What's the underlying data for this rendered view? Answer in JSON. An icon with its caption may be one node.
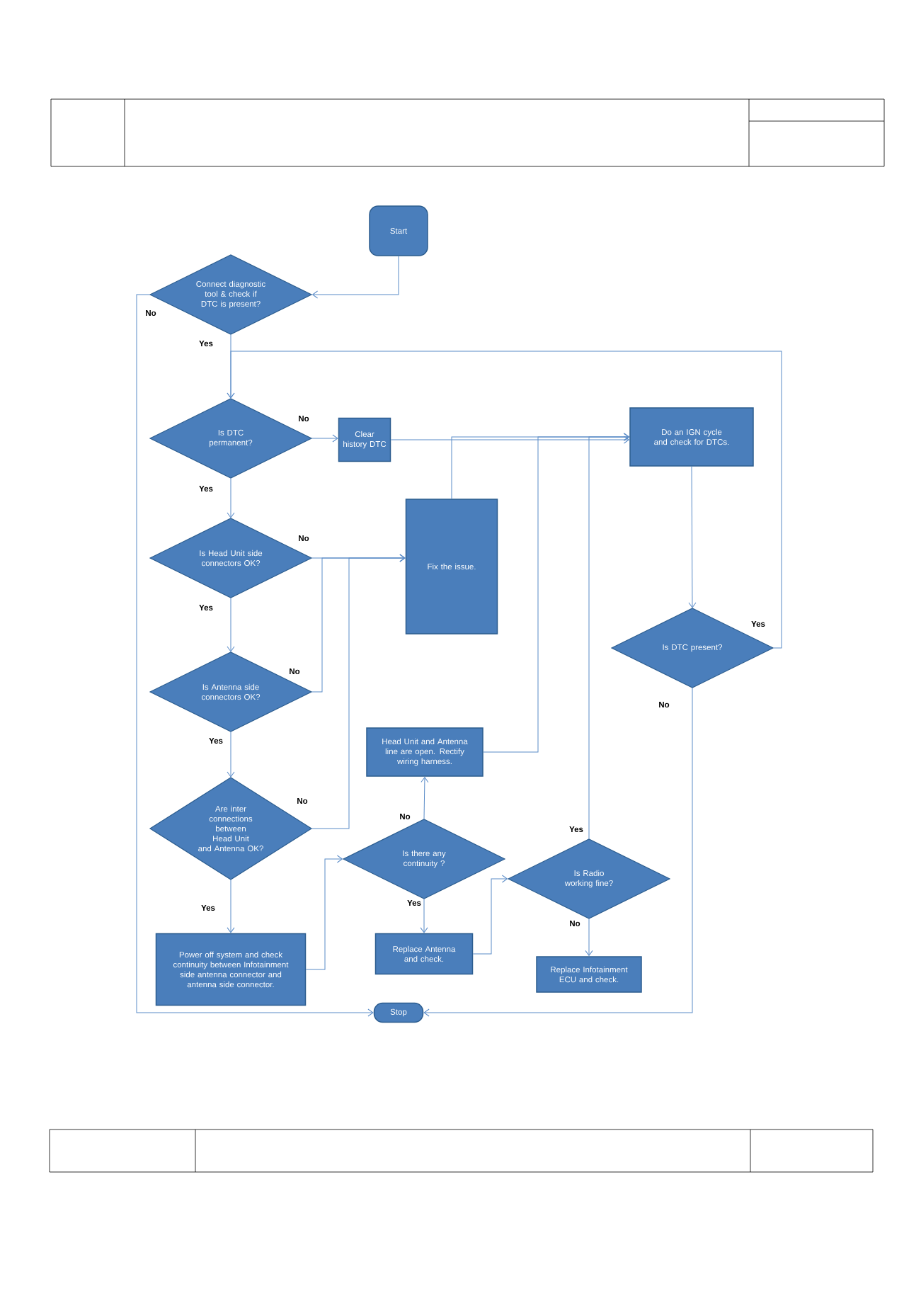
{
  "diagram": {
    "nodes": [
      {
        "text": [
          "Start"
        ]
      },
      {
        "text": [
          "Connect diagnostic tool & check if DTC is present?"
        ]
      },
      {
        "text": [
          "Is DTC permanent?"
        ]
      },
      {
        "text": [
          "Clear history DTC"
        ]
      },
      {
        "text": [
          "Do an IGN cycle and check for DTCs."
        ]
      },
      {
        "text": [
          "Is  Head Unit side connectors OK?"
        ]
      },
      {
        "text": [
          "Fix the issue."
        ]
      },
      {
        "text": [
          "Is DTC present?"
        ]
      },
      {
        "text": [
          "Is Antenna side connectors OK?"
        ]
      },
      {
        "text": [
          "Head Unit and Antenna line are open. Rectify wiring harness."
        ]
      },
      {
        "text": [
          "Are inter connections between Head Unit and Antenna OK?"
        ]
      },
      {
        "text": [
          "Is there any continuity ?"
        ]
      },
      {
        "text": [
          "Is Radio working fine?"
        ]
      },
      {
        "text": [
          "Power off system and check continuity between Infotainment side antenna connector and  antenna side connector."
        ]
      },
      {
        "text": [
          "Replace Antenna  and  check."
        ]
      },
      {
        "text": [
          "Replace Infotainment ECU and check."
        ]
      },
      {
        "text": [
          "Stop"
        ]
      }
    ],
    "edges": [
      {
        "from": 0,
        "to": 1,
        "arrow": "to"
      },
      {
        "from": 1,
        "to": 2,
        "arrow": "to",
        "label": "Yes"
      },
      {
        "from": 1,
        "to": 16,
        "arrow": "to",
        "label": "No"
      },
      {
        "from": 2,
        "to": 3,
        "arrow": "to",
        "label": "No"
      },
      {
        "from": 2,
        "to": 5,
        "arrow": "to",
        "label": "Yes"
      },
      {
        "from": 3,
        "to": 4,
        "arrow": "to"
      },
      {
        "from": 6,
        "to": 4,
        "arrow": "to"
      },
      {
        "from": 9,
        "to": 4,
        "arrow": "to"
      },
      {
        "from": 12,
        "to": 4,
        "arrow": "to",
        "label": "Yes"
      },
      {
        "from": 4,
        "to": 7,
        "arrow": "to"
      },
      {
        "from": 7,
        "to": 2,
        "arrow": "to",
        "label": "Yes"
      },
      {
        "from": 7,
        "to": 16,
        "arrow": "to",
        "label": "No"
      },
      {
        "from": 5,
        "to": 6,
        "arrow": "to",
        "label": "No"
      },
      {
        "from": 8,
        "to": 6,
        "arrow": "to",
        "label": "No"
      },
      {
        "from": 10,
        "to": 6,
        "arrow": "to",
        "label": "No"
      },
      {
        "from": 5,
        "to": 8,
        "arrow": "to",
        "label": "Yes"
      },
      {
        "from": 8,
        "to": 10,
        "arrow": "to",
        "label": "Yes"
      },
      {
        "from": 10,
        "to": 13,
        "arrow": "to",
        "label": "Yes"
      },
      {
        "from": 13,
        "to": 11,
        "arrow": "to"
      },
      {
        "from": 11,
        "to": 9,
        "arrow": "to",
        "label": "No"
      },
      {
        "from": 11,
        "to": 14,
        "arrow": "to",
        "label": "Yes"
      },
      {
        "from": 14,
        "to": 12,
        "arrow": "to"
      },
      {
        "from": 12,
        "to": 15,
        "arrow": "to",
        "label": "No"
      }
    ]
  }
}
